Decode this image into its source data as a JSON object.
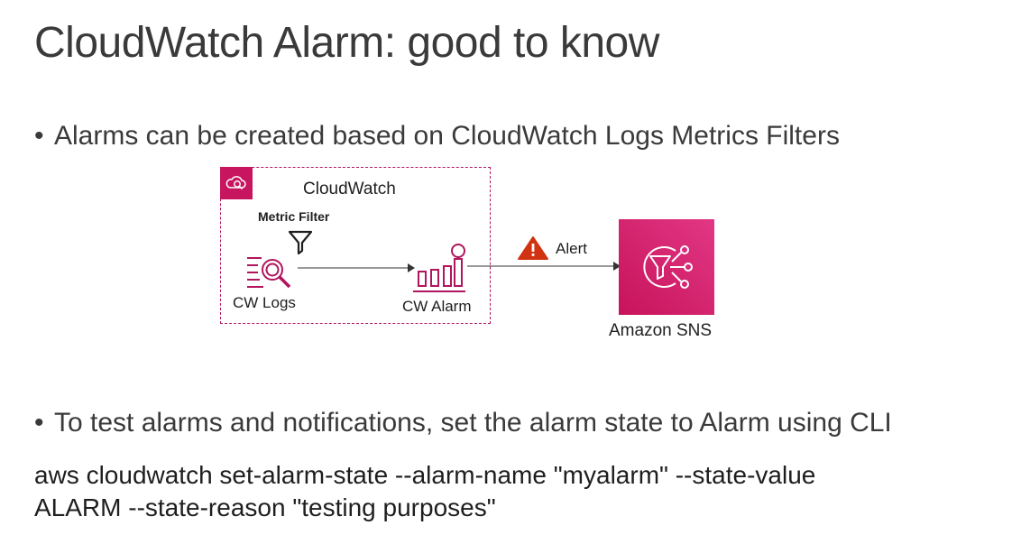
{
  "slide": {
    "title": "CloudWatch Alarm: good to know",
    "bullet_symbol": "•",
    "bullets": [
      "Alarms can be created based on CloudWatch Logs Metrics Filters",
      "To test alarms and notifications, set the alarm state to Alarm using CLI"
    ],
    "command_lines": [
      "aws cloudwatch set-alarm-state --alarm-name \"myalarm\" --state-value",
      "ALARM --state-reason \"testing purposes\""
    ]
  },
  "diagram": {
    "group_label": "CloudWatch",
    "metric_filter_label": "Metric Filter",
    "logs_label": "CW Logs",
    "alarm_label": "CW Alarm",
    "alert_label": "Alert",
    "sns_label": "Amazon SNS",
    "icons": {
      "group": "cloudwatch-icon",
      "logs": "cloudwatch-logs-icon",
      "filter": "filter-funnel-icon",
      "alarm": "cloudwatch-alarm-icon",
      "alert": "warning-triangle-icon",
      "sns": "amazon-sns-icon"
    },
    "colors": {
      "accent": "#c7155f",
      "alert": "#d13212",
      "arrow": "#333333"
    }
  }
}
